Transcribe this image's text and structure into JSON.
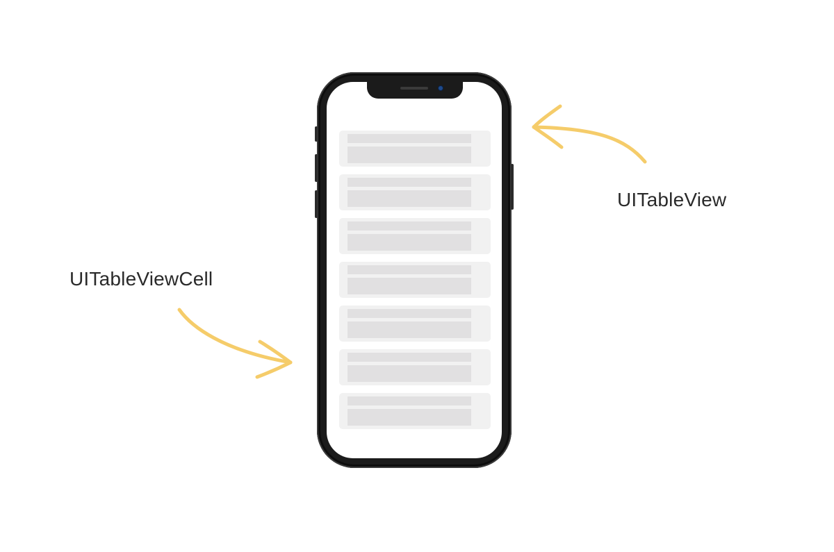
{
  "labels": {
    "table_view": "UITableView",
    "table_view_cell": "UITableViewCell"
  },
  "colors": {
    "arrow": "#f5cc6a",
    "phone_frame": "#1b1b1b",
    "cell_background": "#f1f1f1",
    "cell_placeholder": "#e1e0e1",
    "camera": "#1e4a8c"
  },
  "phone": {
    "cells": [
      {
        "id": "cell-1"
      },
      {
        "id": "cell-2"
      },
      {
        "id": "cell-3"
      },
      {
        "id": "cell-4"
      },
      {
        "id": "cell-5"
      },
      {
        "id": "cell-6"
      },
      {
        "id": "cell-7"
      }
    ]
  }
}
